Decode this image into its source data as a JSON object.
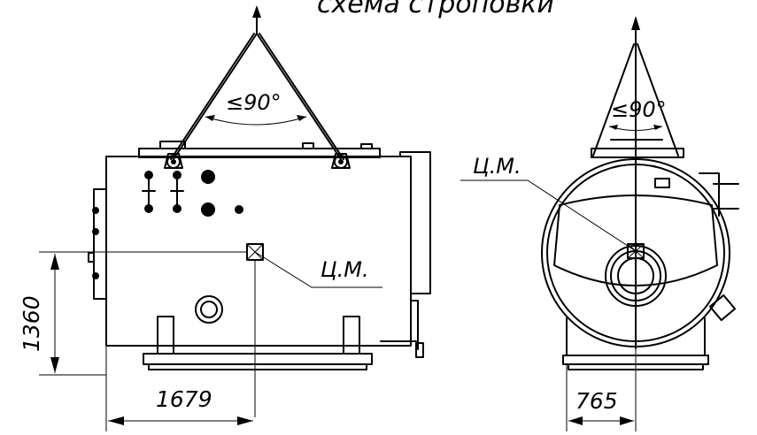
{
  "title": "схема строповки",
  "angle_left": "≤90°",
  "angle_right": "≤90°",
  "cm_left": "Ц.М.",
  "cm_right": "Ц.М.",
  "dim_height": "1360",
  "dim_length": "1679",
  "dim_width": "765"
}
